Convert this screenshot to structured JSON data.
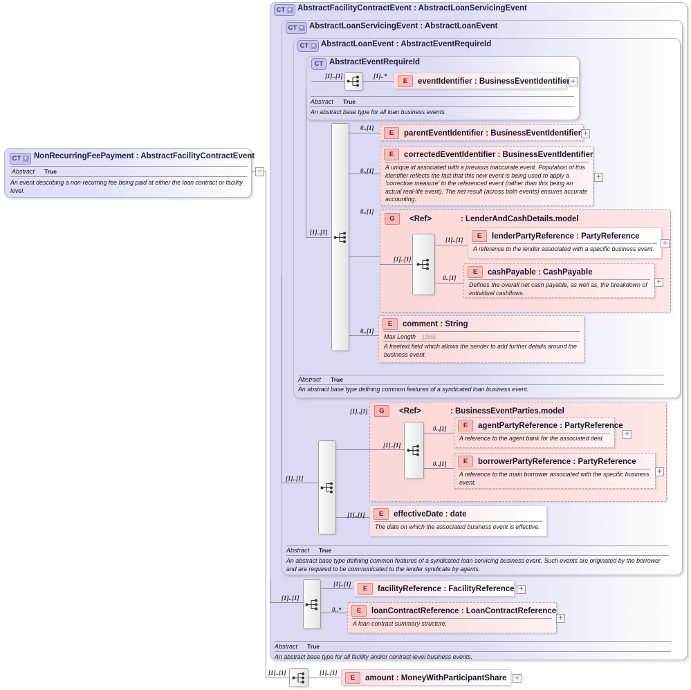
{
  "diagram": {
    "kind": "xsd-schema-diagram",
    "root": {
      "badge": "CT",
      "badge_plus": "+",
      "title": "NonRecurringFeePayment : AbstractFacilityContractEvent",
      "abstract_label": "Abstract",
      "abstract_value": "True",
      "annotation": "An event describing a non-recurring fee being paid at either the loan contract or facility level.",
      "collapse_glyph": "−"
    },
    "containers": [
      {
        "id": "afce",
        "badge": "CT",
        "badge_plus": "+",
        "title": "AbstractFacilityContractEvent : AbstractLoanServicingEvent",
        "abstract_label": "Abstract",
        "abstract_value": "True",
        "annotation": "An abstract base type for all facility and/or contract-level business events."
      },
      {
        "id": "alse",
        "badge": "CT",
        "badge_plus": "+",
        "title": "AbstractLoanServicingEvent : AbstractLoanEvent",
        "abstract_label": "Abstract",
        "abstract_value": "True",
        "annotation": "An abstract base type defining common features of a syndicated loan servicing business event. Such events are originated by the borrower and are required to be communicated to the lender syndicate by agents."
      },
      {
        "id": "ale",
        "badge": "CT",
        "badge_plus": "+",
        "title": "AbstractLoanEvent : AbstractEventRequireId",
        "abstract_label": "Abstract",
        "abstract_value": "True",
        "annotation": "An abstract base type defining common features of a syndicated loan business event."
      },
      {
        "id": "aeri",
        "badge": "CT",
        "badge_plus": "",
        "title": "AbstractEventRequireId",
        "abstract_label": "Abstract",
        "abstract_value": "True",
        "annotation": "An abstract base type for all loan business events."
      }
    ],
    "groups": [
      {
        "id": "lenderAndCash",
        "badge": "G",
        "ref": "<Ref>",
        "type": ": LenderAndCashDetails.model",
        "cardinality": "0..[1]"
      },
      {
        "id": "businessEventParties",
        "badge": "G",
        "ref": "<Ref>",
        "type": ": BusinessEventParties.model",
        "cardinality": "[1]..[1]"
      }
    ],
    "elements": [
      {
        "id": "eventIdentifier",
        "badge": "E",
        "name": "eventIdentifier : BusinessEventIdentifier",
        "cardinality": "[1]..*",
        "required": true,
        "annotation": "",
        "expander": "+"
      },
      {
        "id": "parentEventIdentifier",
        "badge": "E",
        "name": "parentEventIdentifier : BusinessEventIdentifier",
        "cardinality": "0..[1]",
        "required": false,
        "annotation": "",
        "expander": "+"
      },
      {
        "id": "correctedEventIdentifier",
        "badge": "E",
        "name": "correctedEventIdentifier : BusinessEventIdentifier",
        "cardinality": "0..[1]",
        "required": false,
        "annotation": "A unique id associated with a previous inaccurate event. Population of this identifier reflects the fact that this new event is being used to apply a 'corrective measure' to the referenced event (rather than this being an actual real-life event). The net result (across both events) ensures accurate accounting.",
        "expander": "+"
      },
      {
        "id": "lenderPartyReference",
        "badge": "E",
        "name": "lenderPartyReference : PartyReference",
        "cardinality": "[1]..[1]",
        "required": true,
        "annotation": "A reference to the lender associated with a specific business event.",
        "expander": "+"
      },
      {
        "id": "cashPayable",
        "badge": "E",
        "name": "cashPayable : CashPayable",
        "cardinality": "0..[1]",
        "required": false,
        "annotation": "Defines the overall net cash payable, as well as, the breakdown of individual cashflows.",
        "expander": "+"
      },
      {
        "id": "comment",
        "badge": "E",
        "name": "comment : String",
        "cardinality": "0..[1]",
        "required": false,
        "facet_label": "Max Length",
        "facet_value": "[255]",
        "annotation": "A freetext field which allows the sender to add further details around the business event.",
        "expander": ""
      },
      {
        "id": "agentPartyReference",
        "badge": "E",
        "name": "agentPartyReference : PartyReference",
        "cardinality": "0..[1]",
        "required": false,
        "annotation": "A reference to the agent bank for the associated deal.",
        "expander": "+"
      },
      {
        "id": "borrowerPartyReference",
        "badge": "E",
        "name": "borrowerPartyReference : PartyReference",
        "cardinality": "0..[1]",
        "required": false,
        "annotation": "A reference to the main borrower associated with the specific business event.",
        "expander": "+"
      },
      {
        "id": "effectiveDate",
        "badge": "E",
        "name": "effectiveDate : date",
        "cardinality": "[1]..[1]",
        "required": true,
        "annotation": "The date on which the associated business event is effective.",
        "expander": ""
      },
      {
        "id": "facilityReference",
        "badge": "E",
        "name": "facilityReference : FacilityReference",
        "cardinality": "[1]..[1]",
        "required": true,
        "annotation": "",
        "expander": "+"
      },
      {
        "id": "loanContractReference",
        "badge": "E",
        "name": "loanContractReference : LoanContractReference",
        "cardinality": "0..*",
        "required": false,
        "annotation": "A loan contract summary structure.",
        "expander": "+"
      },
      {
        "id": "amount",
        "badge": "E",
        "name": "amount  : MoneyWithParticipantShare",
        "cardinality": "[1]..[1]",
        "required": true,
        "annotation": "",
        "expander": "+"
      }
    ],
    "compositors": [
      {
        "id": "seq-aeri",
        "cardinality": "[1]..[1]"
      },
      {
        "id": "seq-ale",
        "cardinality": "[1]..[1]"
      },
      {
        "id": "seq-lender",
        "cardinality": "[1]..[1]"
      },
      {
        "id": "seq-alse",
        "cardinality": "[1]..[1]"
      },
      {
        "id": "seq-bep",
        "cardinality": "[1]..[1]"
      },
      {
        "id": "seq-afce",
        "cardinality": "[1]..[1]"
      },
      {
        "id": "seq-root",
        "cardinality": "[1]..[1]"
      }
    ],
    "colors": {
      "container_fill": "#d9d9f3",
      "element_fill": "#fbdede",
      "group_fill": "#fbd7d7",
      "badge_ct": "#c7c7ec",
      "badge_e": "#f7bcbc",
      "line": "#8a8a9a"
    }
  }
}
